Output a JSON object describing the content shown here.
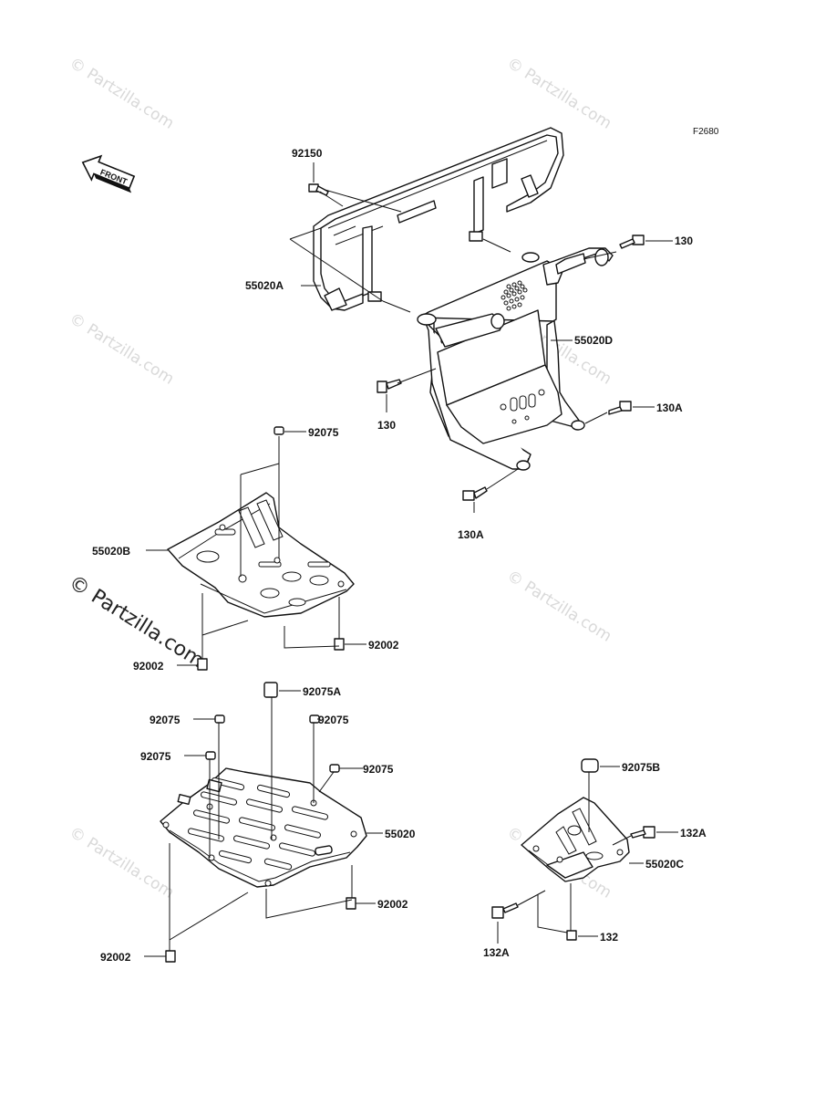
{
  "diagram_code": "F2680",
  "front_label": "FRONT",
  "watermark": "© Partzilla.com",
  "parts": {
    "bolt_92150": "92150",
    "guard_55020A": "55020A",
    "bolt_130_right": "130",
    "frame_55020D": "55020D",
    "bolt_130_left": "130",
    "bolt_130A_right": "130A",
    "bolt_130A_bottom": "130A",
    "collar_92075_top": "92075",
    "plate_55020B": "55020B",
    "bolt_92002_b_right": "92002",
    "bolt_92002_b_left": "92002",
    "collar_92075A": "92075A",
    "collar_92075_l1": "92075",
    "collar_92075_r1": "92075",
    "collar_92075_l2": "92075",
    "collar_92075_r2": "92075",
    "plate_55020": "55020",
    "bolt_92002_c_right": "92002",
    "bolt_92002_c_left": "92002",
    "collar_92075B": "92075B",
    "bolt_132A_right": "132A",
    "plate_55020C": "55020C",
    "bolt_132A_left": "132A",
    "bolt_132": "132"
  }
}
